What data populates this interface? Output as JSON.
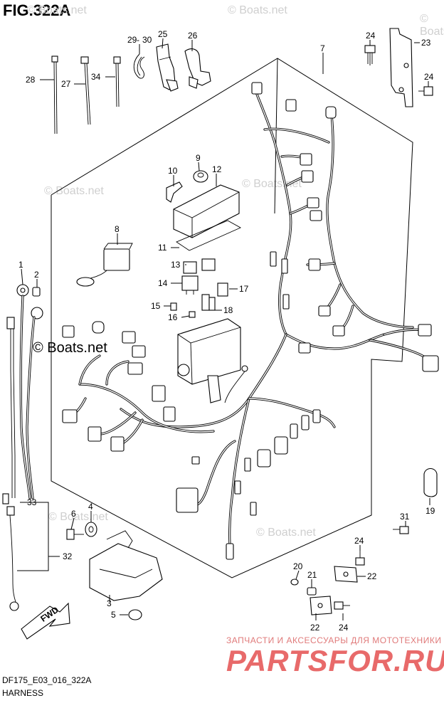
{
  "figure_title": "FIG.322A",
  "watermarks": [
    "© Boats.net",
    "© Boats.net",
    "© Boats.net",
    "© Boats.net",
    "© Boats.net",
    "© Boats.net",
    "© Boats.net"
  ],
  "watermark_dark": "© Boats.net",
  "footer_code": "DF175_E03_016_322A",
  "footer_title": "HARNESS",
  "shop_tagline": "ЗАПЧАСТИ И АКСЕССУАРЫ ДЛЯ МОТОТЕХНИКИ",
  "shop_logo": "PARTSFOR.RU",
  "fwd_label": "FWD",
  "callouts": [
    "1",
    "2",
    "3",
    "4",
    "5",
    "6",
    "7",
    "8",
    "9",
    "10",
    "11",
    "12",
    "13",
    "14",
    "15",
    "16",
    "17",
    "18",
    "19",
    "20",
    "21",
    "22",
    "22",
    "23",
    "24",
    "24",
    "24",
    "24",
    "25",
    "26",
    "27",
    "28",
    "29",
    "30",
    "31",
    "32",
    "33",
    "34"
  ]
}
